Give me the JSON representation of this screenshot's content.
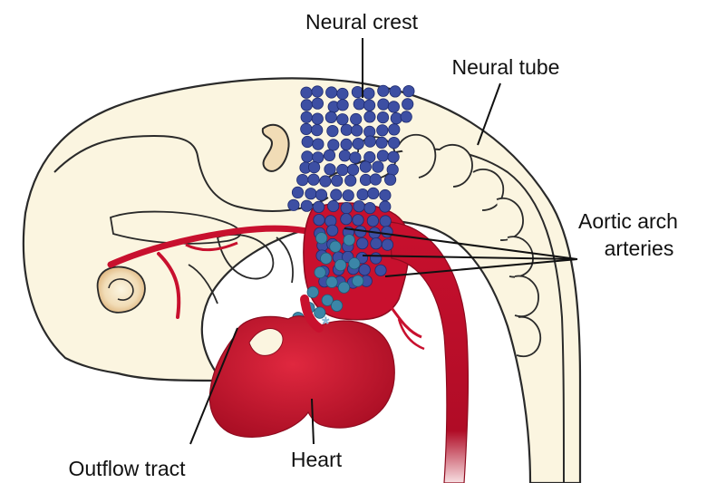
{
  "labels": {
    "neural_crest": "Neural crest",
    "neural_tube": "Neural tube",
    "aortic_arch_line1": "Aortic arch",
    "aortic_arch_line2": "arteries",
    "heart": "Heart",
    "outflow_tract": "Outflow tract",
    "asterisk": "*"
  },
  "colors": {
    "background": "#ffffff",
    "embryo_fill": "#fbf5e0",
    "outline": "#2a2a2a",
    "vessel_red": "#c8102e",
    "vessel_dark": "#8e0b1f",
    "heart_red": "#c8142c",
    "neural_crest_blue": "#3d4fa3",
    "migrating_teal": "#3b86a8",
    "eye_tan": "#e6c596",
    "asterisk": "#86b8d8"
  }
}
